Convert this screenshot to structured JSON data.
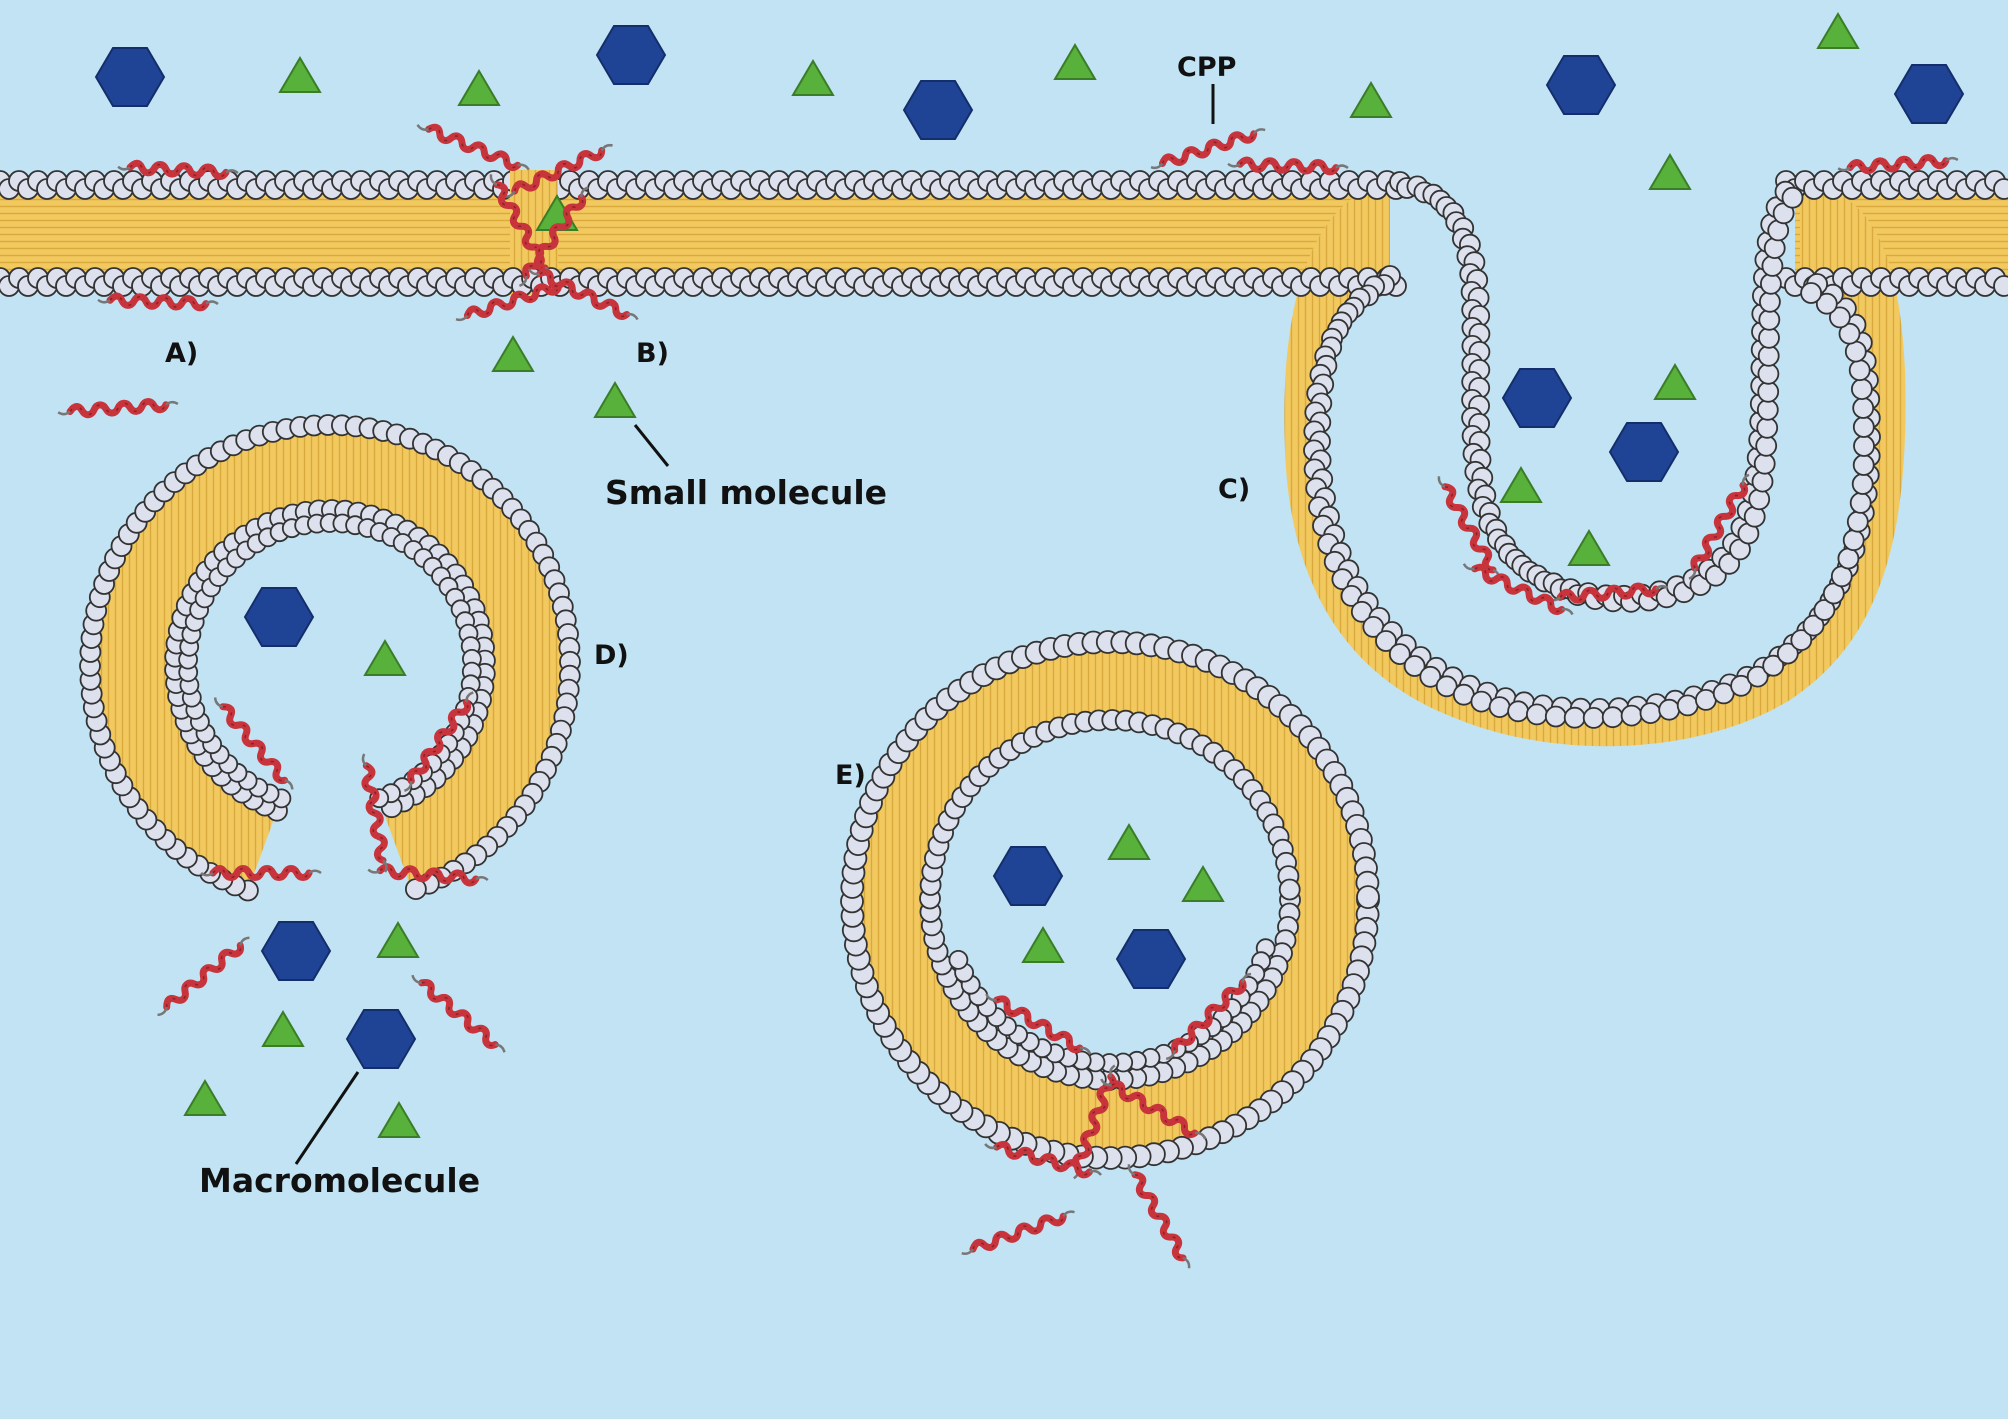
{
  "labels": {
    "a": "A)",
    "b": "B)",
    "c": "C)",
    "d": "D)",
    "e": "E)",
    "cpp": "CPP",
    "small_molecule": "Small molecule",
    "macromolecule": "Macromolecule"
  },
  "colors": {
    "background": "#c1e3f4",
    "lipid_tail": "#f2c95f",
    "head_group": "#dde1ee",
    "head_outline": "#333333",
    "peptide": "#c8343c",
    "small_molecule": "#57b13a",
    "macromolecule": "#1f4496"
  },
  "icons": {
    "small_molecule": "green-triangle-icon",
    "macromolecule": "blue-hexagon-icon",
    "cpp": "red-helix-icon"
  }
}
